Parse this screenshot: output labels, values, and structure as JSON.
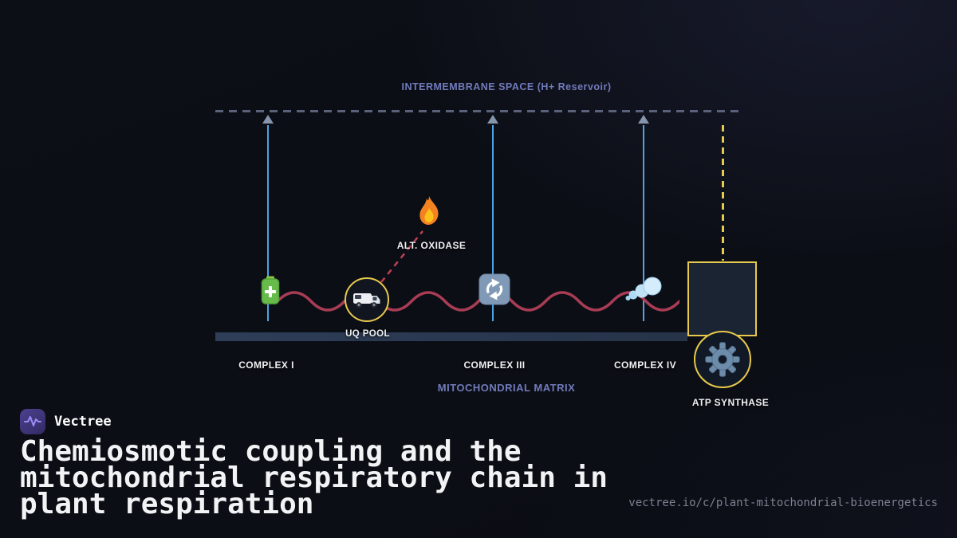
{
  "diagram": {
    "intermembrane_label": "INTERMEMBRANE SPACE (H+ Reservoir)",
    "matrix_label": "MITOCHONDRIAL MATRIX",
    "uq_pool_label": "UQ POOL",
    "alt_oxidase_label": "ALT. OXIDASE",
    "atp_synthase_label": "ATP SYNTHASE",
    "complex1_label": "COMPLEX I",
    "complex3_label": "COMPLEX III",
    "complex4_label": "COMPLEX IV",
    "icons": {
      "complex1": "battery-icon",
      "uq_pool": "truck-icon",
      "alt_oxidase": "flame-icon",
      "complex3": "cycle-arrows-icon",
      "complex4": "wind-puff-icon",
      "atp_synthase": "gear-icon",
      "brand": "waveform-icon"
    },
    "colors": {
      "accent_yellow": "#e7c94d",
      "proton_arrow_blue": "#4ba4e6",
      "electron_wave_red": "#a93c55",
      "label_purple": "#717bbc",
      "membrane_bar": "#2e3e58",
      "background": "#0c0e15"
    }
  },
  "branding": {
    "name": "Vectree"
  },
  "title": {
    "lines": [
      "Chemiosmotic coupling and the",
      "mitochondrial respiratory chain in",
      "plant respiration"
    ]
  },
  "footer": {
    "url": "vectree.io/c/plant-mitochondrial-bioenergetics"
  }
}
